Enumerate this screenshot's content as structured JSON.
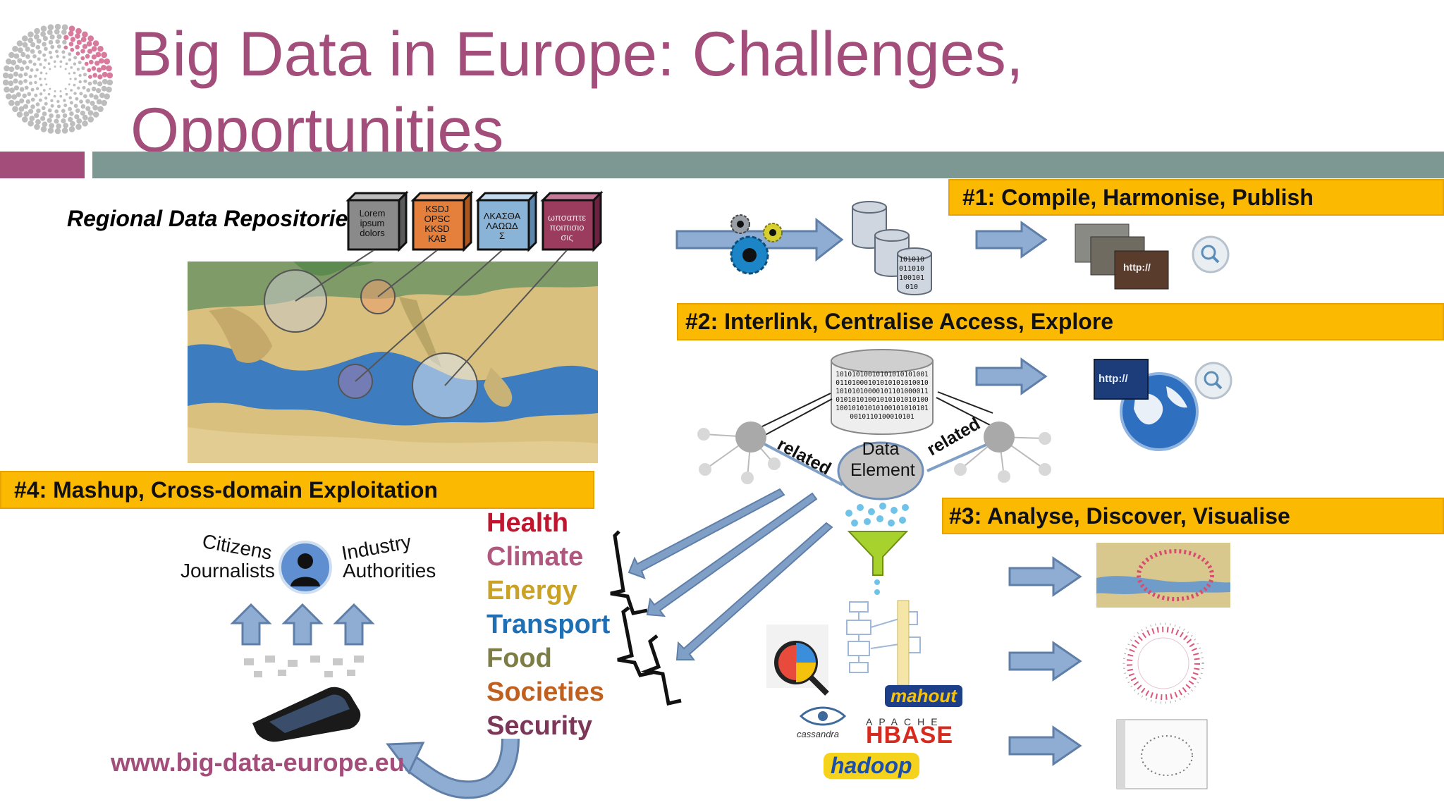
{
  "slide": {
    "title_line1": "Big Data in Europe: Challenges,",
    "title_line2": "Opportunities"
  },
  "colors": {
    "title": "#a34d7b",
    "accent_bar": "#7d9893",
    "step_fill": "#fbb901",
    "arrow": "#7f9fc6"
  },
  "repos": {
    "label": "Regional Data Repositories",
    "cubes": [
      {
        "text": "Lorem ipsum dolors",
        "color": "#8a8a8a"
      },
      {
        "text": "KSDJ OPSC KKSD KAB",
        "color": "#e47f3c"
      },
      {
        "text": "ΛΚΑΣΘΑ ΛΑΩΩΔ Σ",
        "color": "#8ab3d8"
      },
      {
        "text": "ωπσαπτε ποιπισιο σις",
        "color": "#9b3b5e"
      }
    ]
  },
  "steps": {
    "s1": "#1: Compile, Harmonise, Publish",
    "s2": "#2: Interlink,  Centralise Access,  Explore",
    "s3": "#3: Analyse, Discover, Visualise",
    "s4": "#4: Mashup, Cross-domain Exploitation"
  },
  "binary": {
    "small": [
      "101010",
      "011010",
      "100101",
      "010"
    ],
    "big": [
      "10101010010101010101001",
      "01101000101010101010010",
      "10101010000101101000011",
      "01010101001010101010100",
      "10010101010100101010101",
      "0010110100010101"
    ]
  },
  "links": {
    "related_left": "related",
    "related_right": "related",
    "data_element": "Data Element"
  },
  "audiences": {
    "citizens": "Citizens",
    "journalists": "Journalists",
    "industry": "Industry",
    "authorities": "Authorities"
  },
  "domains": [
    {
      "label": "Health",
      "color": "#c0152f"
    },
    {
      "label": "Climate",
      "color": "#b0577d"
    },
    {
      "label": "Energy",
      "color": "#c9a227"
    },
    {
      "label": "Transport",
      "color": "#1f6fb5"
    },
    {
      "label": "Food",
      "color": "#7c7e45"
    },
    {
      "label": "Societies",
      "color": "#c0601f"
    },
    {
      "label": "Security",
      "color": "#7c3657"
    }
  ],
  "tools": {
    "mahout": "mahout",
    "apache": "APACHE",
    "hbase": "HBASE",
    "cassandra": "cassandra",
    "hadoop": "hadoop"
  },
  "footer": {
    "url": "www.big-data-europe.eu"
  }
}
